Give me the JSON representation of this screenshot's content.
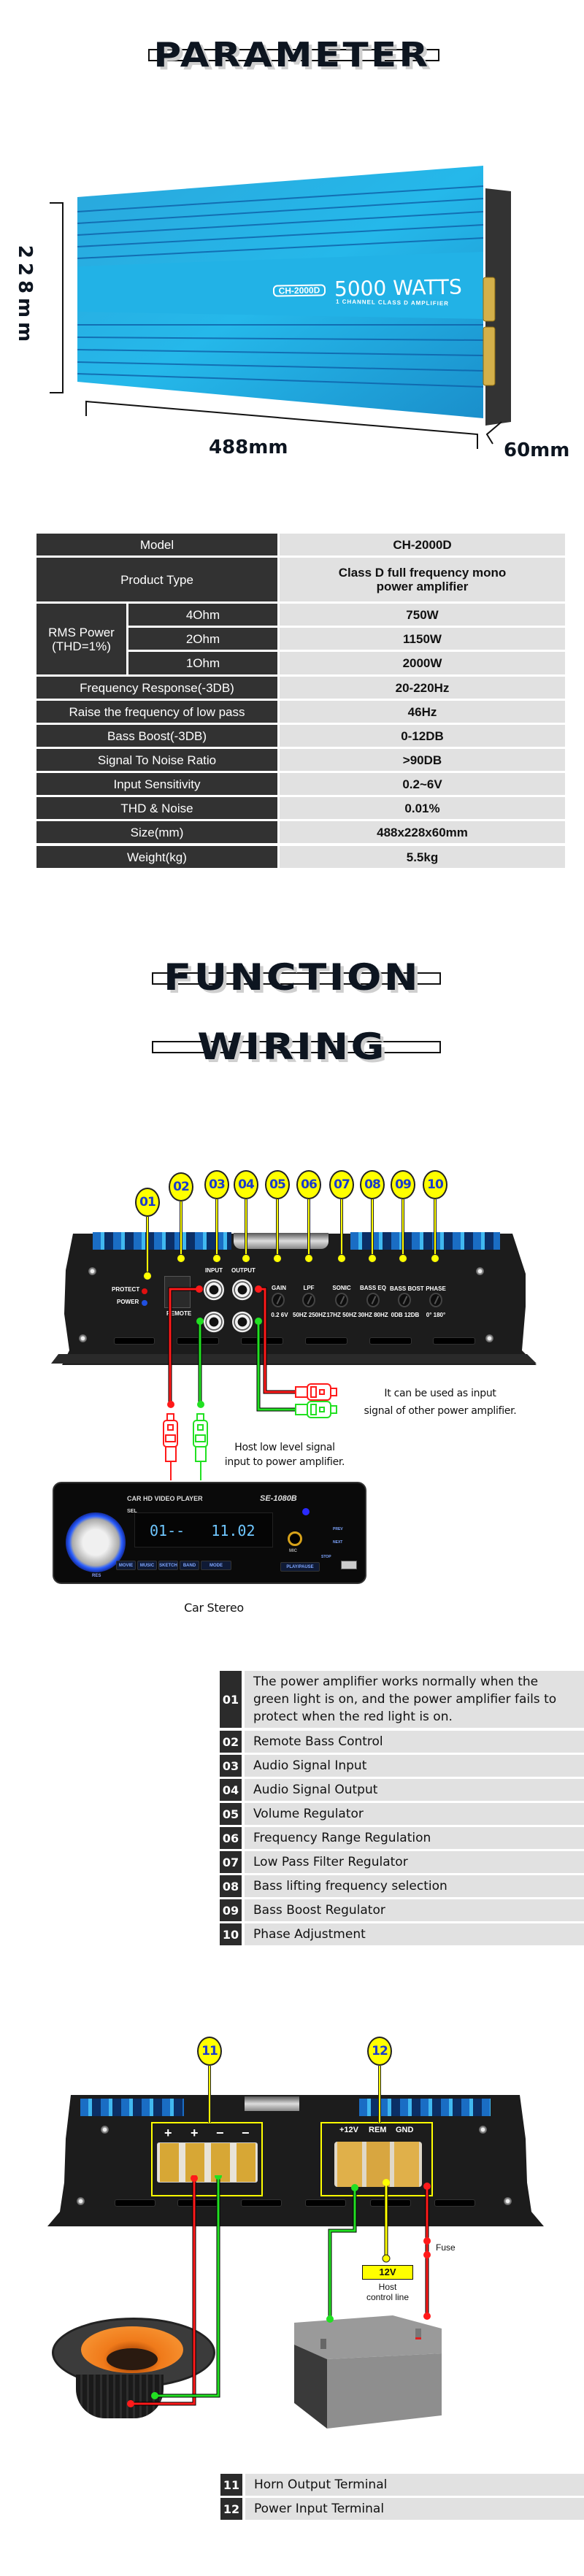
{
  "parameter": {
    "heading": "PARAMETER",
    "product_image": {
      "model_badge": "CH-2000D",
      "power_label": "5000 WATTS",
      "subtitle": "1 CHANNEL  CLASS D  AMPLIFIER"
    },
    "dimensions": {
      "height": "228mm",
      "length": "488mm",
      "depth": "60mm"
    },
    "table": {
      "model": {
        "label": "Model",
        "value": "CH-2000D"
      },
      "product_type": {
        "label": "Product Type",
        "value": "Class D full frequency mono power amplifier"
      },
      "rms_power": {
        "label": "RMS Power (THD=1%)",
        "rows": [
          {
            "load": "4Ohm",
            "value": "750W"
          },
          {
            "load": "2Ohm",
            "value": "1150W"
          },
          {
            "load": "1Ohm",
            "value": "2000W"
          }
        ]
      },
      "rows": [
        {
          "label": "Frequency Response(-3DB)",
          "value": "20-220Hz"
        },
        {
          "label": "Raise the frequency of low pass",
          "value": "46Hz"
        },
        {
          "label": "Bass Boost(-3DB)",
          "value": "0-12DB"
        },
        {
          "label": "Signal To Noise Ratio",
          "value": ">90DB"
        },
        {
          "label": "Input Sensitivity",
          "value": "0.2~6V"
        },
        {
          "label": "THD & Noise",
          "value": "0.01%"
        },
        {
          "label": "Size(mm)",
          "value": "488x228x60mm"
        },
        {
          "label": "Weight(kg)",
          "value": "5.5kg"
        }
      ]
    }
  },
  "function": {
    "heading_line1": "FUNCTION",
    "heading_line2": "WIRING",
    "callouts": [
      "01",
      "02",
      "03",
      "04",
      "05",
      "06",
      "07",
      "08",
      "09",
      "10"
    ],
    "panel": {
      "protect": "PROTECT",
      "power": "POWER",
      "remote": "REMOTE",
      "input": "INPUT",
      "output": "OUTPUT",
      "controls": [
        {
          "name": "GAIN",
          "range": "0.2  6V"
        },
        {
          "name": "LPF",
          "range": "50HZ 250HZ"
        },
        {
          "name": "SONIC",
          "range": "17HZ 50HZ"
        },
        {
          "name": "BASS EQ",
          "range": "30HZ 80HZ"
        },
        {
          "name": "BASS BOST",
          "range": "0DB 12DB"
        },
        {
          "name": "PHASE",
          "range": "0°  180°"
        }
      ]
    },
    "captions": {
      "output_use_l1": "It can be used as input",
      "output_use_l2": "signal of other power amplifier.",
      "host_input_l1": "Host low level signal",
      "host_input_l2": "input to power amplifier.",
      "car_stereo": "Car Stereo"
    },
    "stereo": {
      "brand_line": "CAR HD VIDEO PLAYER",
      "model": "SE-1080B",
      "display": "01--   11.02",
      "sel": "SEL",
      "res": "RES",
      "mic": "MIC",
      "buttons": [
        "MOVIE",
        "MUSIC",
        "SKETCH",
        "BAND",
        "MODE"
      ],
      "play_pause": "PLAY/PAUSE",
      "stop": "STOP",
      "prev": "PREV",
      "next": "NEXT"
    },
    "list": [
      {
        "num": "01",
        "text": "The power amplifier works normally when the green light is on, and the power amplifier fails to protect when the red light is on."
      },
      {
        "num": "02",
        "text": "Remote Bass Control"
      },
      {
        "num": "03",
        "text": "Audio Signal Input"
      },
      {
        "num": "04",
        "text": "Audio Signal Output"
      },
      {
        "num": "05",
        "text": "Volume Regulator"
      },
      {
        "num": "06",
        "text": "Frequency Range Regulation"
      },
      {
        "num": "07",
        "text": "Low Pass Filter Regulator"
      },
      {
        "num": "08",
        "text": "Bass lifting frequency selection"
      },
      {
        "num": "09",
        "text": "Bass Boost Regulator"
      },
      {
        "num": "10",
        "text": "Phase Adjustment"
      }
    ]
  },
  "terminals": {
    "callouts": [
      "11",
      "12"
    ],
    "speaker_terminal_signs": [
      "+",
      "+",
      "−",
      "−"
    ],
    "power_terminal_labels": [
      "+12V",
      "REM",
      "GND"
    ],
    "fuse_label": "Fuse",
    "control_voltage": "12V",
    "control_caption_l1": "Host",
    "control_caption_l2": "control line",
    "list": [
      {
        "num": "11",
        "text": "Horn Output Terminal"
      },
      {
        "num": "12",
        "text": "Power Input Terminal"
      }
    ]
  },
  "colors": {
    "heading_text": "#0d1520",
    "table_dark": "#323232",
    "table_light": "#e1e1e1",
    "callout_yellow": "#ffff00",
    "callout_text": "#1a3bcc",
    "wire_red": "#ff1a1a",
    "wire_green": "#22e022",
    "amp_blue": "#1ea8e0"
  }
}
